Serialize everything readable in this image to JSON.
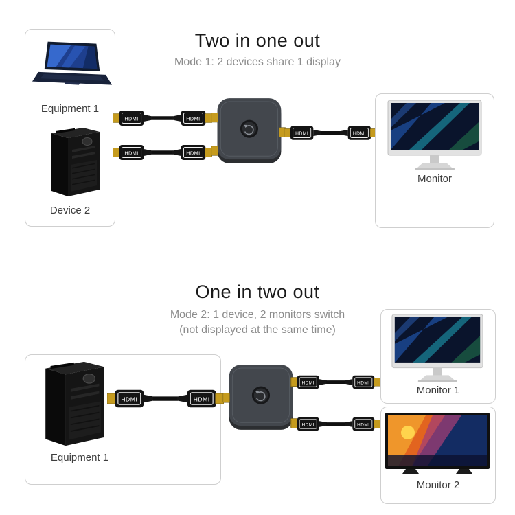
{
  "labels": {
    "hdmi": "HDMI"
  },
  "sections": {
    "top": {
      "title": "Two in one out",
      "subtitle": "Mode 1: 2 devices share 1 display",
      "equipment1_label": "Equipment 1",
      "device2_label": "Device 2",
      "monitor_label": "Monitor"
    },
    "bottom": {
      "title": "One in two out",
      "subtitle_line1": "Mode 2: 1 device, 2 monitors switch",
      "subtitle_line2": "(not displayed at the same time)",
      "equipment1_label": "Equipment 1",
      "monitor1_label": "Monitor 1",
      "monitor2_label": "Monitor 2"
    }
  }
}
